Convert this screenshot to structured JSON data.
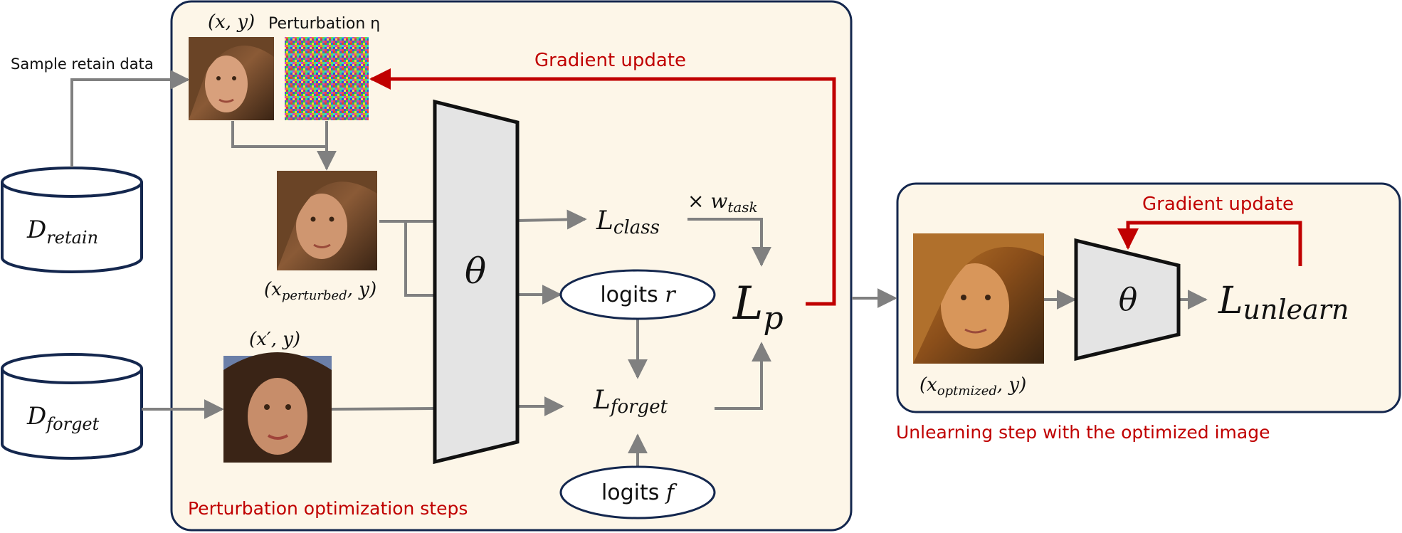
{
  "colors": {
    "panel_fill": "#fdf6e8",
    "panel_stroke": "#14274e",
    "arrow_gray": "#808080",
    "arrow_red": "#c00000",
    "text_red": "#c00000",
    "text_dark": "#111111",
    "model_fill": "#e4e4e4"
  },
  "left": {
    "sample_retain_label": "Sample retain data",
    "retain_db": {
      "script": "D",
      "sub": "retain"
    },
    "forget_db": {
      "script": "D",
      "sub": "forget"
    }
  },
  "optimization_panel": {
    "caption": "Perturbation optimization steps",
    "xy_label": "(x, y)",
    "perturbation_label": "Perturbation η",
    "gradient_update": "Gradient update",
    "perturbed_label": {
      "main": "(x",
      "sub": "perturbed",
      "tail": ", y)"
    },
    "forget_img_label": "(x′, y)",
    "theta": "θ",
    "loss_class": {
      "script": "L",
      "sub": "class"
    },
    "weight": {
      "prefix": "× w",
      "sub": "task"
    },
    "logits_r": {
      "text": "logits ",
      "var": "r"
    },
    "loss_forget": {
      "script": "L",
      "sub": "forget"
    },
    "logits_f": {
      "text": "logits ",
      "var": "f"
    },
    "loss_p": {
      "script": "L",
      "sub": "p"
    }
  },
  "unlearning_panel": {
    "caption": "Unlearning step with the optimized image",
    "gradient_update": "Gradient update",
    "optimized_label": {
      "main": "(x",
      "sub": "optmized",
      "tail": ", y)"
    },
    "theta": "θ",
    "loss_unlearn": {
      "script": "L",
      "sub": "unlearn"
    }
  }
}
